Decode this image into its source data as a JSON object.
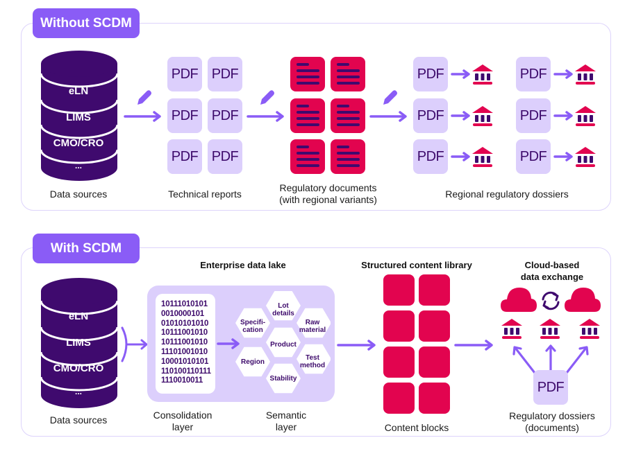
{
  "colors": {
    "accent_purple": "#8a5cf6",
    "dark_purple": "#3f0a6e",
    "light_purple": "#dccffc",
    "crimson": "#e2044f",
    "panel_border": "#ddd3fb"
  },
  "without": {
    "tag": "Without SCDM",
    "database": {
      "icon": "database-icon",
      "layers": [
        "eLN",
        "LIMS",
        "CMO/CRO",
        "..."
      ]
    },
    "data_sources_label": "Data sources",
    "technical_reports": {
      "pdf_label": "PDF",
      "count": 6,
      "label": "Technical reports"
    },
    "regulatory_documents": {
      "count": 6,
      "label_line1": "Regulatory documents",
      "label_line2": "(with regional variants)"
    },
    "regional_dossiers": {
      "pdf_label": "PDF",
      "count": 6,
      "label": "Regional regulatory dossiers"
    },
    "step_icons": [
      "pencil-icon",
      "arrow-right-icon",
      "document-icon",
      "bank-icon"
    ]
  },
  "with": {
    "tag": "With SCDM",
    "database": {
      "layers": [
        "eLN",
        "LIMS",
        "CMO/CRO",
        "..."
      ]
    },
    "data_sources_label": "Data sources",
    "data_lake": {
      "title": "Enterprise data lake",
      "binary": [
        "10111010101",
        "0010000101",
        "01010101010",
        "10111001010",
        "10111001010",
        "11101001010",
        "10001010101",
        "110100110111",
        "1110010011"
      ],
      "hexes": {
        "lot": [
          "Lot",
          "details"
        ],
        "spec": [
          "Specifi-",
          "cation"
        ],
        "raw": [
          "Raw",
          "material"
        ],
        "product": [
          "Product"
        ],
        "region": [
          "Region"
        ],
        "test": [
          "Test",
          "method"
        ],
        "stability": [
          "Stability"
        ]
      },
      "consolidation_label": [
        "Consolidation",
        "layer"
      ],
      "semantic_label": [
        "Semantic",
        "layer"
      ]
    },
    "content_library": {
      "title": "Structured content library",
      "block_count": 8,
      "label": "Content blocks"
    },
    "cloud_exchange": {
      "title_line1": "Cloud-based",
      "title_line2": "data exchange",
      "authority_count": 3
    },
    "dossier": {
      "pdf_label": "PDF",
      "label_line1": "Regulatory dossiers",
      "label_line2": "(documents)"
    }
  }
}
